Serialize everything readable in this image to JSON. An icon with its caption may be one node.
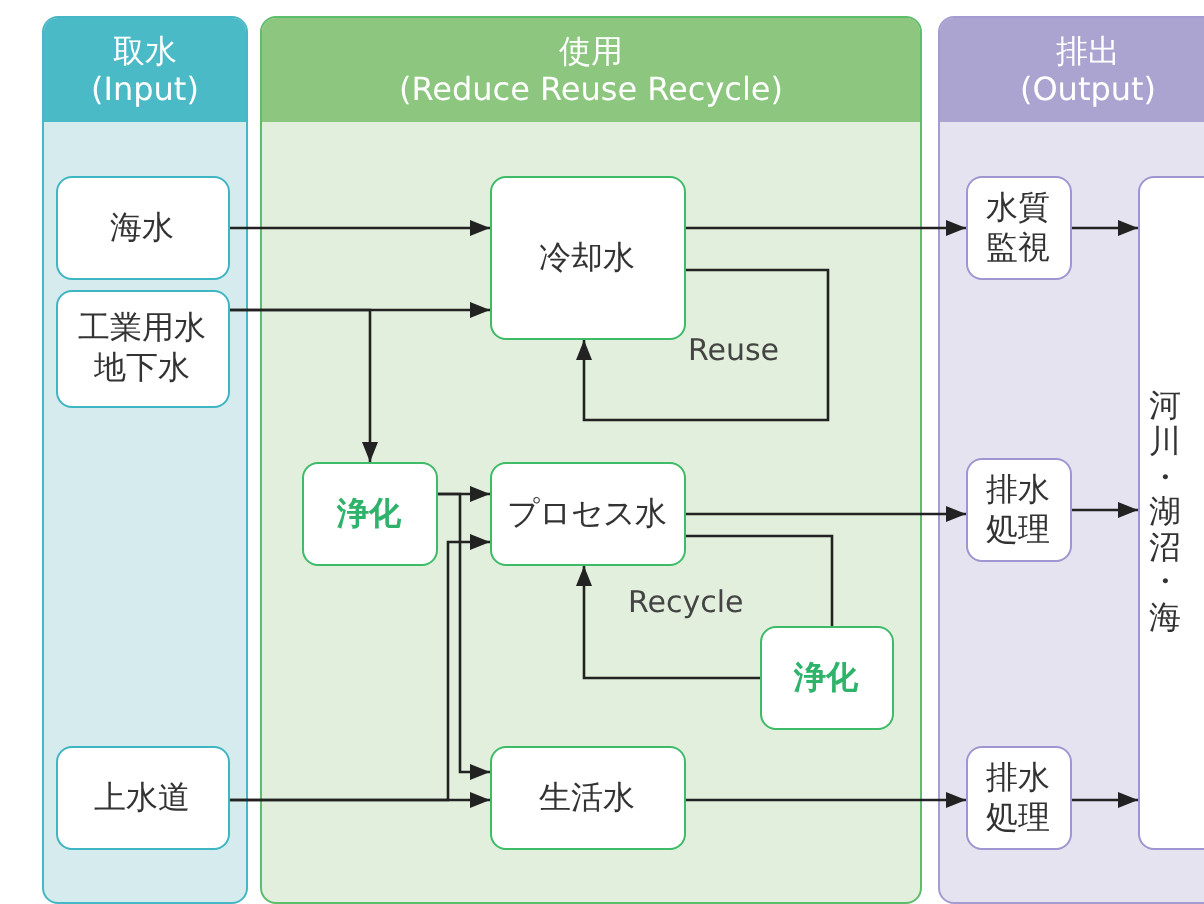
{
  "diagram": {
    "nodes": [
      {
        "text": [
          "取水",
          "(Input)"
        ]
      },
      {
        "text": [
          "使用",
          "(Reduce Reuse Recycle)"
        ]
      },
      {
        "text": [
          "排出",
          "(Output)"
        ]
      },
      {
        "text": [
          "海水"
        ],
        "in": 0
      },
      {
        "text": [
          "工業用水地下水"
        ],
        "in": 0
      },
      {
        "text": [
          "上水道"
        ],
        "in": 0
      },
      {
        "text": [
          "冷却水"
        ],
        "in": 1
      },
      {
        "text": [
          "浄化"
        ],
        "in": 1
      },
      {
        "text": [
          "プロセス水"
        ],
        "in": 1
      },
      {
        "text": [
          "浄化"
        ],
        "in": 1
      },
      {
        "text": [
          "生活水"
        ],
        "in": 1
      },
      {
        "text": [
          "水質監視"
        ],
        "in": 2
      },
      {
        "text": [
          "排水処理"
        ],
        "in": 2
      },
      {
        "text": [
          "排水処理"
        ],
        "in": 2
      },
      {
        "text": [
          "河川・湖沼・海"
        ],
        "in": 2
      }
    ],
    "edges": [
      {
        "from": 3,
        "to": 6,
        "arrow": "to"
      },
      {
        "from": 4,
        "to": 6,
        "arrow": "to"
      },
      {
        "from": 4,
        "to": 7,
        "arrow": "to"
      },
      {
        "from": 7,
        "to": 8,
        "arrow": "to"
      },
      {
        "from": 7,
        "to": 10,
        "arrow": "to"
      },
      {
        "from": 5,
        "to": 8,
        "arrow": "to"
      },
      {
        "from": 5,
        "to": 10,
        "arrow": "to"
      },
      {
        "from": 6,
        "to": 6,
        "arrow": "to",
        "label": "Reuse"
      },
      {
        "from": 8,
        "to": 9,
        "arrow": "none"
      },
      {
        "from": 9,
        "to": 8,
        "arrow": "to",
        "label": "Recycle"
      },
      {
        "from": 6,
        "to": 11,
        "arrow": "to"
      },
      {
        "from": 8,
        "to": 12,
        "arrow": "to"
      },
      {
        "from": 10,
        "to": 13,
        "arrow": "to"
      },
      {
        "from": 11,
        "to": 14,
        "arrow": "to"
      },
      {
        "from": 12,
        "to": 14,
        "arrow": "to"
      },
      {
        "from": 13,
        "to": 14,
        "arrow": "to"
      }
    ]
  }
}
